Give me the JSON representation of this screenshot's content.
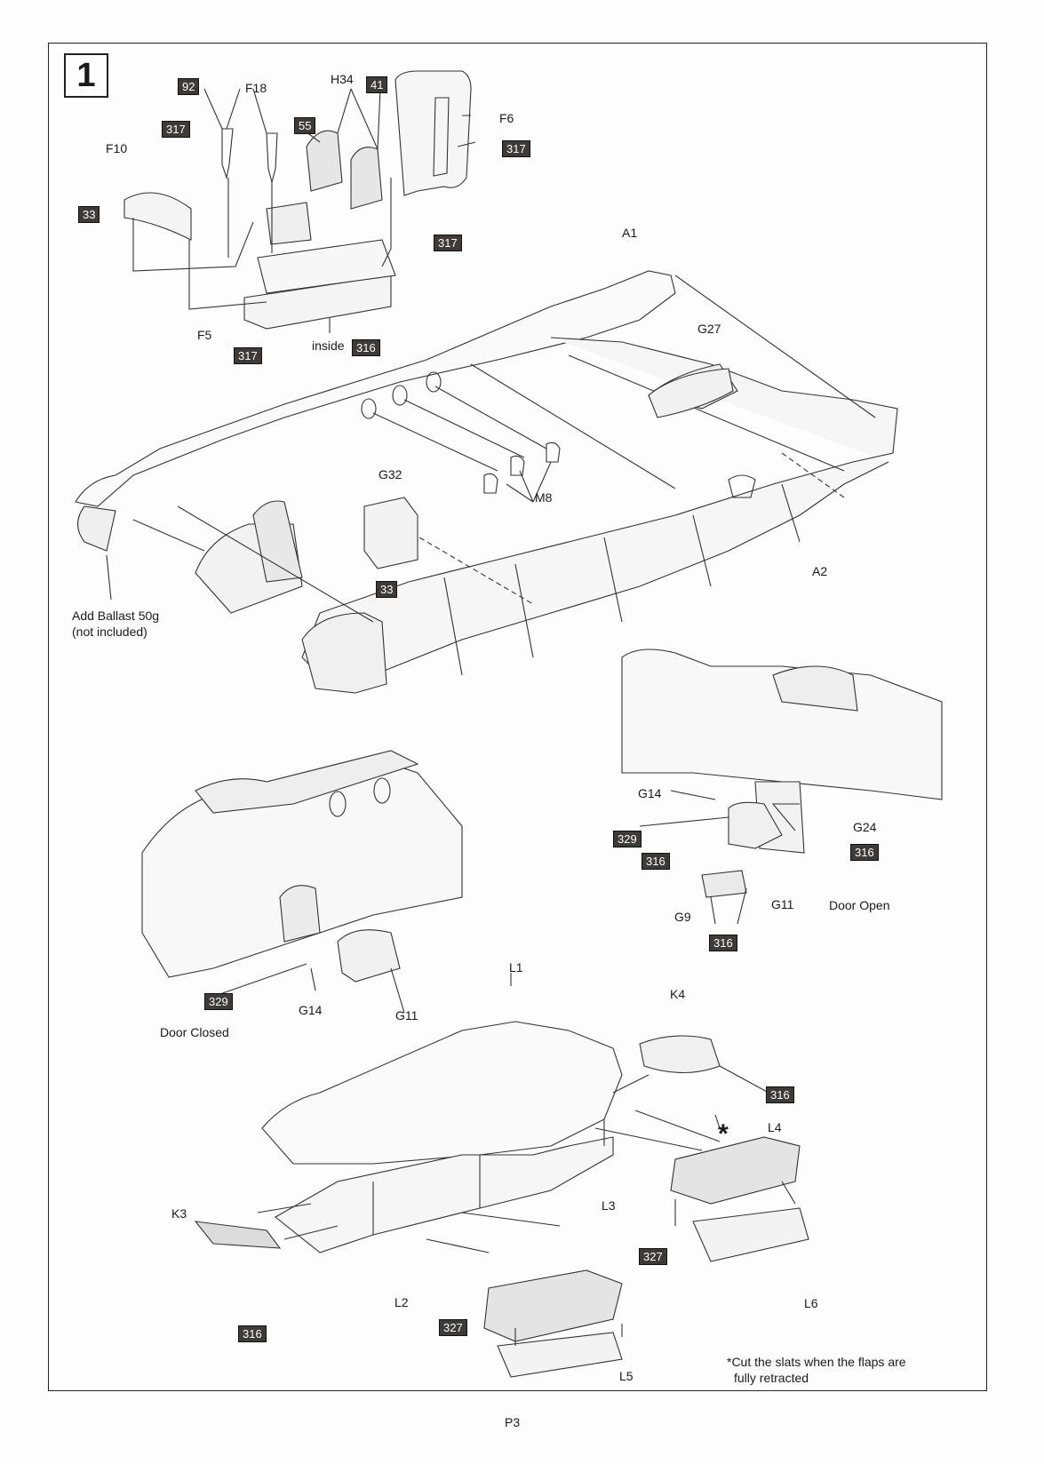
{
  "step_number": "1",
  "labels": {
    "F18": "F18",
    "F10": "F10",
    "H34": "H34",
    "F6": "F6",
    "F5": "F5",
    "A1": "A1",
    "A2": "A2",
    "G27": "G27",
    "G32": "G32",
    "M8": "M8",
    "G14_open": "G14",
    "G24": "G24",
    "G11_open": "G11",
    "G9": "G9",
    "G14_closed": "G14",
    "G11_closed": "G11",
    "L1": "L1",
    "K4": "K4",
    "L4": "L4",
    "L3": "L3",
    "K3": "K3",
    "L2": "L2",
    "L6": "L6",
    "L5": "L5",
    "asterisk": "*",
    "inside": "inside"
  },
  "paint_codes": {
    "c92": "92",
    "c317_a": "317",
    "c33_a": "33",
    "c55": "55",
    "c41": "41",
    "c317_b": "317",
    "c317_c": "317",
    "c317_d": "317",
    "c316_a": "316",
    "c33_b": "33",
    "c329_open": "329",
    "c316_b": "316",
    "c316_c": "316",
    "c316_d": "316",
    "c329_closed": "329",
    "c316_e": "316",
    "c327_a": "327",
    "c316_f": "316",
    "c327_b": "327"
  },
  "notes": {
    "ballast_line1": "Add Ballast 50g",
    "ballast_line2": "(not included)",
    "door_open": "Door Open",
    "door_closed": "Door Closed",
    "slats_line1": "*Cut the slats when the flaps are",
    "slats_line2": "fully retracted"
  },
  "page_number": "P3",
  "colors": {
    "ink": "#1a1a1a",
    "paint_tag": "#3d3a38"
  }
}
